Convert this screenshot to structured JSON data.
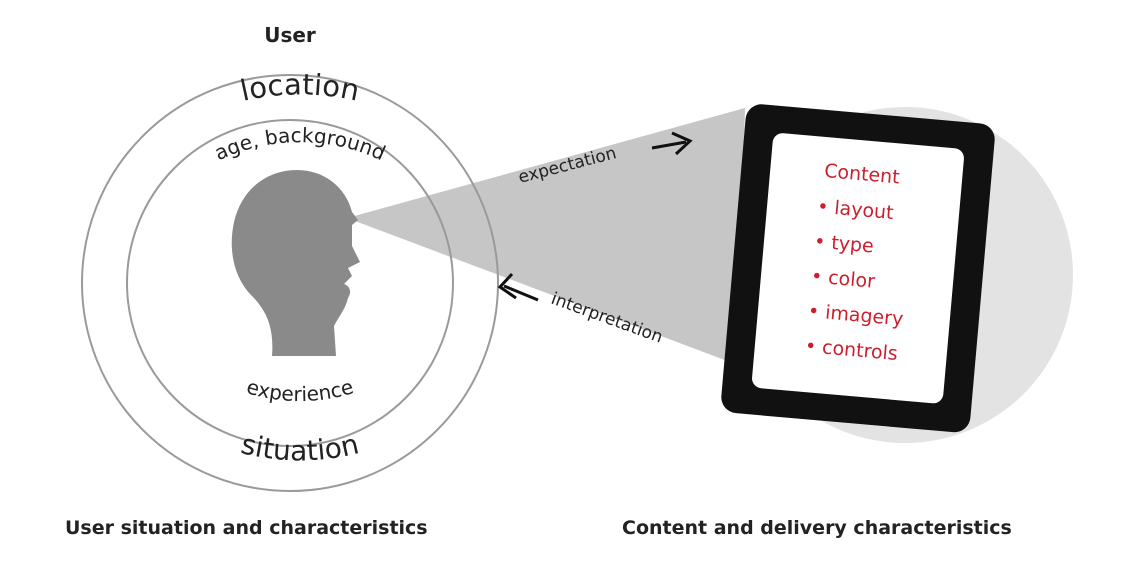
{
  "user": {
    "title": "User",
    "outer_ring": {
      "top": "location",
      "bottom": "situation"
    },
    "inner_ring": {
      "top": "age, background",
      "bottom": "experience"
    },
    "caption": "User situation and characteristics"
  },
  "flows": {
    "expectation": "expectation",
    "interpretation": "interpretation"
  },
  "device": {
    "content_title": "Content",
    "items": [
      "layout",
      "type",
      "color",
      "imagery",
      "controls"
    ],
    "caption": "Content and delivery characteristics"
  },
  "colors": {
    "ring_stroke": "#9a9a9a",
    "head": "#8a8a8a",
    "cone": "#c6c6c6",
    "device_circle": "#e3e3e3",
    "device_frame": "#111111",
    "content_text": "#cc1f2e",
    "label_text": "#222222"
  }
}
